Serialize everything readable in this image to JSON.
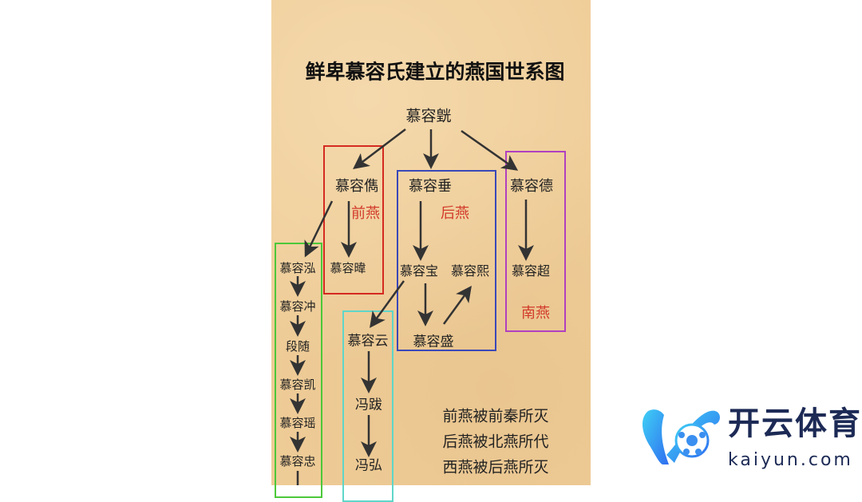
{
  "title": "鲜卑慕容氏建立的燕国世系图",
  "root": "慕容皝",
  "kingdoms": {
    "qian": "前燕",
    "hou": "后燕",
    "nan": "南燕"
  },
  "people": {
    "jun": "慕容儁",
    "chui": "慕容垂",
    "de": "慕容德",
    "hong": "慕容泓",
    "wei": "慕容暐",
    "bao": "慕容宝",
    "xi": "慕容熙",
    "chao": "慕容超",
    "chong": "慕容冲",
    "yun": "慕容云",
    "sheng": "慕容盛",
    "duansui": "段随",
    "kai": "慕容凯",
    "fengba": "冯跋",
    "yao": "慕容瑶",
    "zhong": "慕容忠",
    "fenghong": "冯弘"
  },
  "notes": [
    "前燕被前秦所灭",
    "后燕被北燕所代",
    "西燕被后燕所灭"
  ],
  "logo": {
    "name": "开云体育",
    "domain": "kaiyun.com"
  },
  "colors": {
    "qian": "#d42a20",
    "hou": "#3a48b8",
    "nan": "#b040c0",
    "xiyan": "#4cc83a",
    "beiyan": "#5fd6c8",
    "paper": "#efcd98"
  }
}
